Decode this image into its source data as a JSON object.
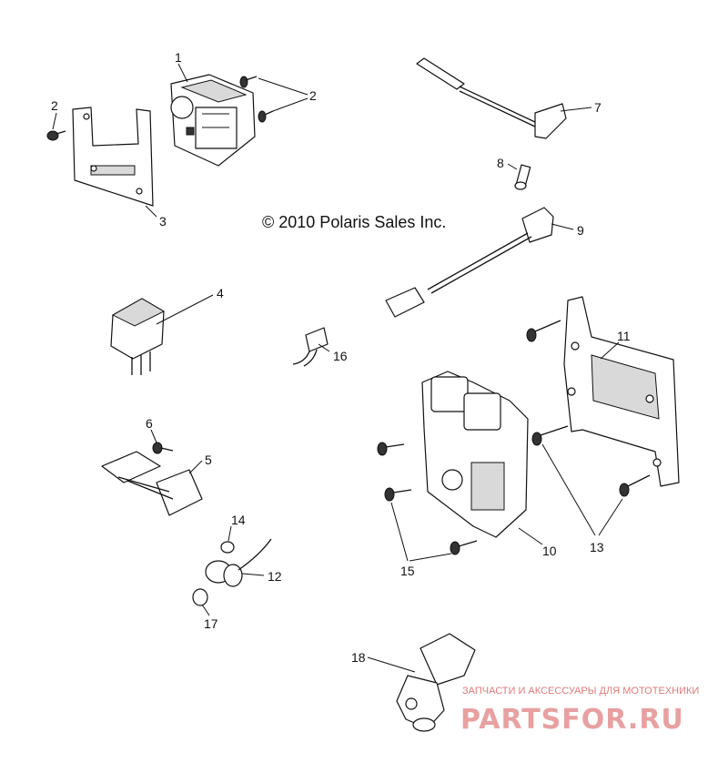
{
  "copyright": "© 2010 Polaris Sales Inc.",
  "callouts": {
    "c1": "1",
    "c2a": "2",
    "c2b": "2",
    "c3": "3",
    "c4": "4",
    "c5": "5",
    "c6": "6",
    "c7": "7",
    "c8": "8",
    "c9": "9",
    "c10": "10",
    "c11": "11",
    "c12": "12",
    "c13": "13",
    "c14": "14",
    "c15": "15",
    "c16": "16",
    "c17": "17",
    "c18": "18"
  },
  "watermark": {
    "tagline": "ЗАПЧАСТИ И АКСЕССУАРЫ ДЛЯ МОТОТЕХНИКИ",
    "brand": "PARTSFOR.RU",
    "color": "#e07a7a"
  }
}
